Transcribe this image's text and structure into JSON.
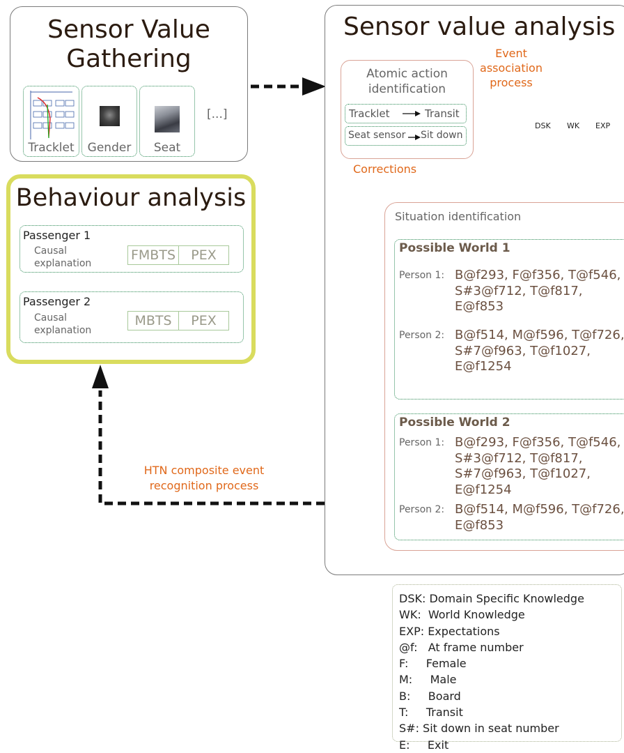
{
  "gathering": {
    "title_line1": "Sensor Value",
    "title_line2": "Gathering",
    "thumbs": [
      "Tracklet",
      "Gender",
      "Seat"
    ],
    "more": "[...]"
  },
  "analysis": {
    "title": "Sensor value analysis",
    "event_association": [
      "Event",
      "association",
      "process"
    ],
    "atomic": {
      "title_line1": "Atomic action",
      "title_line2": "identification",
      "row1_left": "Tracklet",
      "row1_right": "Transit",
      "row2_left": "Seat sensor",
      "row2_right": "Sit down"
    },
    "corrections": "Corrections",
    "inputs": [
      "DSK",
      "WK",
      "EXP"
    ],
    "situation": {
      "title": "Situation identification",
      "worlds": [
        {
          "title": "Possible World 1",
          "persons": [
            {
              "label": "Person 1:",
              "lines": [
                "B@f293, F@f356, T@f546,",
                "S#3@f712, T@f817,",
                "E@f853"
              ]
            },
            {
              "label": "Person 2:",
              "lines": [
                "B@f514, M@f596, T@f726,",
                "S#7@f963, T@f1027,",
                "E@f1254"
              ]
            }
          ]
        },
        {
          "title": "Possible World 2",
          "persons": [
            {
              "label": "Person 1:",
              "lines": [
                "B@f293, F@f356, T@f546,",
                "S#3@f712, T@f817,",
                "S#7@f963, T@f1027,",
                "E@f1254"
              ]
            },
            {
              "label": "Person 2:",
              "lines": [
                "B@f514, M@f596, T@f726,",
                "E@f853"
              ]
            }
          ]
        }
      ]
    }
  },
  "behaviour": {
    "title": "Behaviour analysis",
    "passengers": [
      {
        "name": "Passenger 1",
        "expl1": "Causal",
        "expl2": "explanation",
        "badge_left": "FMBTS",
        "badge_right": "PEX"
      },
      {
        "name": "Passenger 2",
        "expl1": "Causal",
        "expl2": "explanation",
        "badge_left": "MBTS",
        "badge_right": "PEX"
      }
    ]
  },
  "htn": [
    "HTN composite event",
    "recognition process"
  ],
  "legend": [
    "DSK: Domain Specific Knowledge",
    "WK:  World Knowledge",
    "EXP: Expectations",
    "@f:   At frame number",
    "F:     Female",
    "M:     Male",
    "B:     Board",
    "T:     Transit",
    "S#: Sit down in seat number",
    "E:     Exit"
  ]
}
